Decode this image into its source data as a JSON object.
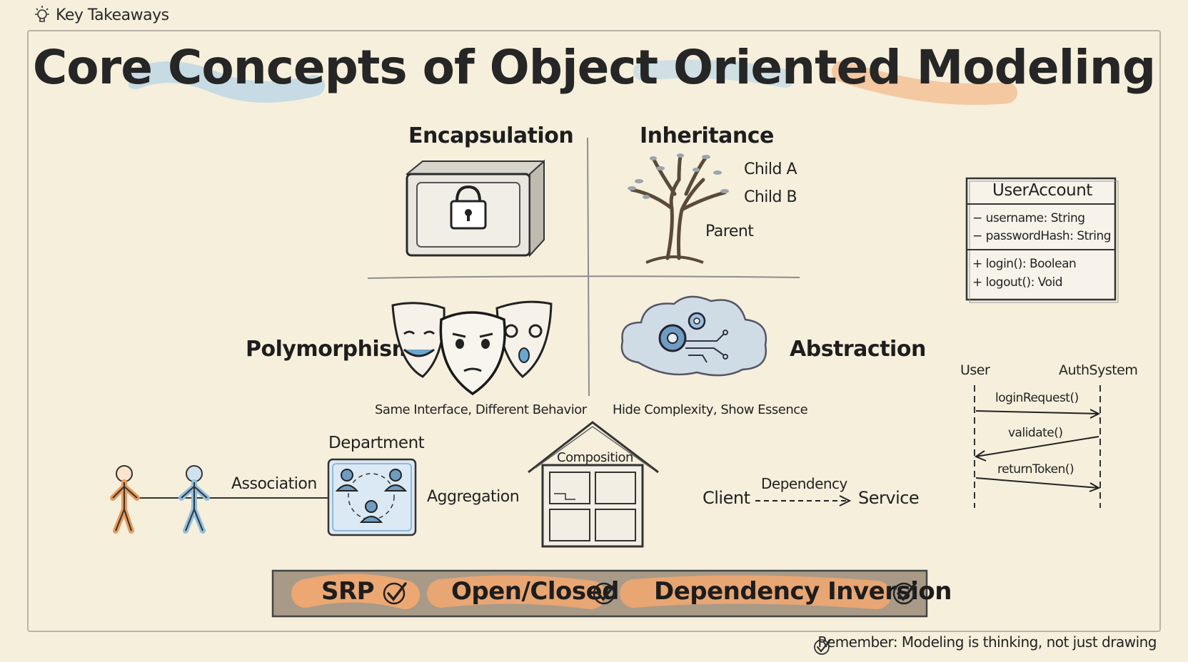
{
  "header": {
    "label": "Key Takeaways",
    "icon": "lightbulb-icon"
  },
  "title": "Core Concepts of Object Oriented Modeling",
  "quadrants": {
    "encapsulation": {
      "title": "Encapsulation",
      "icon": "locked-box-icon"
    },
    "inheritance": {
      "title": "Inheritance",
      "icon": "tree-icon",
      "labels": {
        "child_a": "Child A",
        "child_b": "Child B",
        "parent": "Parent"
      }
    },
    "polymorphism": {
      "title": "Polymorphism",
      "icon": "masks-icon",
      "caption": "Same Interface, Different Behavior"
    },
    "abstraction": {
      "title": "Abstraction",
      "icon": "cloud-gears-icon",
      "caption": "Hide Complexity, Show Essence"
    }
  },
  "class_diagram": {
    "name": "UserAccount",
    "attributes": [
      "− username: String",
      "− passwordHash: String"
    ],
    "methods": [
      "+ login(): Boolean",
      "+ logout(): Void"
    ]
  },
  "sequence_diagram": {
    "actors": [
      "User",
      "AuthSystem"
    ],
    "messages": [
      "loginRequest()",
      "validate()",
      "returnToken()"
    ]
  },
  "relationships": {
    "association": "Association",
    "department": "Department",
    "aggregation": "Aggregation",
    "composition": "Composition",
    "dependency": {
      "client": "Client",
      "label": "Dependency",
      "service": "Service"
    }
  },
  "principles": [
    "SRP",
    "Open/Closed",
    "Dependency Inversion"
  ],
  "footer": "Remember: Modeling is thinking, not just drawing",
  "colors": {
    "paper": "#f6efdc",
    "orange": "#f0a060",
    "blue": "#8fbfe0",
    "ink": "#262626",
    "banner": "#a89a87"
  }
}
